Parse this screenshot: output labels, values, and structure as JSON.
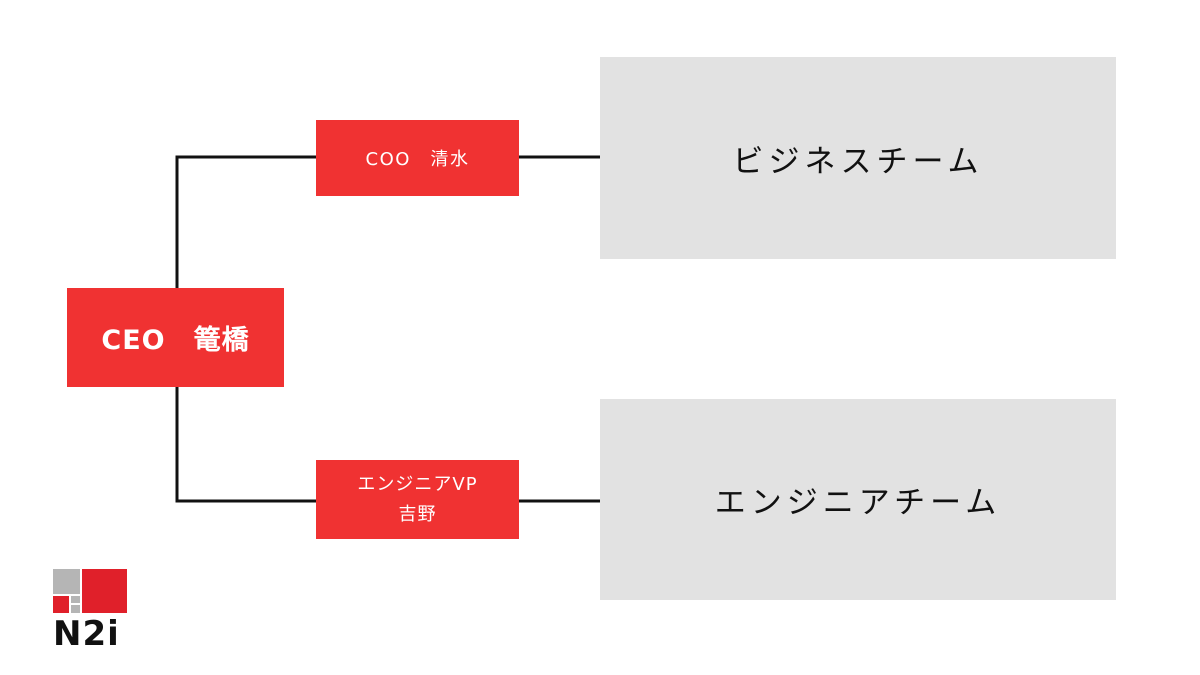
{
  "org_chart": {
    "ceo": {
      "role": "CEO",
      "name": "篭橋",
      "label": "CEO　篭橋"
    },
    "coo": {
      "role": "COO",
      "name": "清水",
      "label": "COO　清水"
    },
    "engineering_vp": {
      "line1": "エンジニアVP",
      "line2": "吉野"
    },
    "teams": {
      "business": "ビジネスチーム",
      "engineering": "エンジニアチーム"
    }
  },
  "logo": {
    "text": "N2i"
  },
  "colors": {
    "node_red": "#f03232",
    "team_gray": "#e2e2e2",
    "connector": "#111111",
    "logo_red": "#e0202a",
    "logo_gray": "#b5b5b5"
  }
}
